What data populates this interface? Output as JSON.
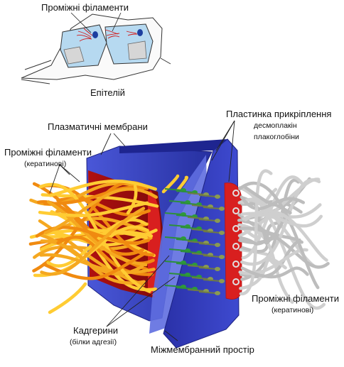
{
  "labels": {
    "intermediate_filaments_top": "Проміжні філаменти",
    "epithelium": "Епітелій",
    "plasma_membranes": "Плазматичні мембрани",
    "intermediate_filaments_left": "Проміжні філаменти",
    "keratin_left": "(кератинові)",
    "attachment_plaque": "Пластинка прикріплення",
    "desmoplakin": "десмоплакін",
    "plakoglobin": "плакоглобіни",
    "intermediate_filaments_right": "Проміжні філаменти",
    "keratin_right": "(кератинові)",
    "cadherins": "Кадгерини",
    "adhesion_proteins": "(білки адгезії)",
    "intermembrane_space": "Міжмембранний простір"
  },
  "colors": {
    "membrane_blue": "#2b2fa8",
    "membrane_light": "#5f6ee0",
    "plaque_red": "#d81f1f",
    "cytoplasm_red": "#9c0c0c",
    "filament_orange": "#f08a10",
    "filament_yellow": "#ffcc33",
    "filament_grey": "#bdbdbd",
    "cadherin_green": "#2e9a3a",
    "cell_fill": "#b6d9f0",
    "nucleus": "#1d3fa0"
  }
}
